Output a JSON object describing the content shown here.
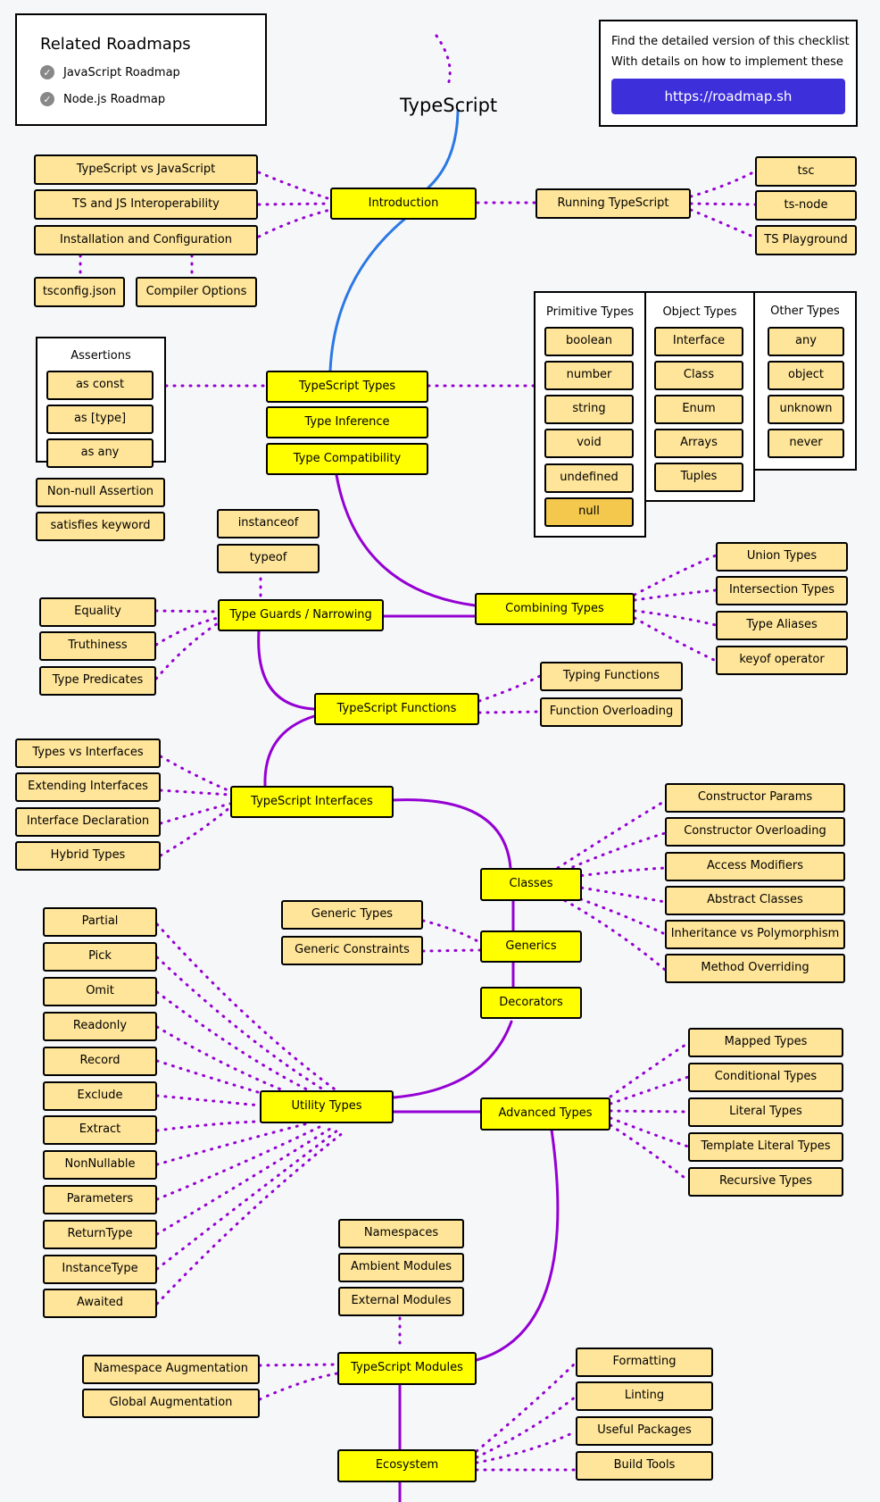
{
  "title": "TypeScript",
  "related": {
    "heading": "Related Roadmaps",
    "items": [
      {
        "label": "JavaScript Roadmap"
      },
      {
        "label": "Node.js Roadmap"
      }
    ]
  },
  "promo": {
    "line1": "Find the detailed version of this checklist",
    "line2": "With details on how to implement these",
    "button": "https://roadmap.sh"
  },
  "colors": {
    "topic": "#ffff00",
    "sub": "#ffe599",
    "main_edge": "#9400d3",
    "intro_edge": "#2b78e4",
    "dotted": "#9400d3"
  },
  "nodes": {
    "introduction": "Introduction",
    "ts_vs_js": "TypeScript vs JavaScript",
    "interop": "TS and JS Interoperability",
    "install": "Installation and Configuration",
    "tsconfig": "tsconfig.json",
    "compiler": "Compiler Options",
    "running": "Running TypeScript",
    "tsc": "tsc",
    "tsnode": "ts-node",
    "playground": "TS Playground",
    "ts_types": "TypeScript Types",
    "type_inference": "Type Inference",
    "type_compat": "Type Compatibility",
    "assertions": "Assertions",
    "as_const": "as const",
    "as_type": "as [type]",
    "as_any": "as any",
    "non_null": "Non-null Assertion",
    "satisfies": "satisfies keyword",
    "primitive": "Primitive Types",
    "p_boolean": "boolean",
    "p_number": "number",
    "p_string": "string",
    "p_void": "void",
    "p_undefined": "undefined",
    "p_null": "null",
    "object_types": "Object Types",
    "o_interface": "Interface",
    "o_class": "Class",
    "o_enum": "Enum",
    "o_arrays": "Arrays",
    "o_tuples": "Tuples",
    "other_types": "Other Types",
    "t_any": "any",
    "t_object": "object",
    "t_unknown": "unknown",
    "t_never": "never",
    "combining": "Combining Types",
    "union": "Union Types",
    "intersection": "Intersection Types",
    "aliases": "Type Aliases",
    "keyof": "keyof operator",
    "guards": "Type Guards / Narrowing",
    "instanceof": "instanceof",
    "typeof": "typeof",
    "equality": "Equality",
    "truthiness": "Truthiness",
    "predicates": "Type Predicates",
    "functions": "TypeScript Functions",
    "typing_fn": "Typing Functions",
    "fn_overload": "Function Overloading",
    "interfaces": "TypeScript Interfaces",
    "types_vs_if": "Types vs Interfaces",
    "extending_if": "Extending Interfaces",
    "if_decl": "Interface Declaration",
    "hybrid": "Hybrid Types",
    "classes": "Classes",
    "ctor_params": "Constructor Params",
    "ctor_overload": "Constructor Overloading",
    "access_mod": "Access Modifiers",
    "abstract": "Abstract Classes",
    "inheritance": "Inheritance vs Polymorphism",
    "method_override": "Method Overriding",
    "generics": "Generics",
    "generic_types": "Generic Types",
    "generic_constraints": "Generic Constraints",
    "decorators": "Decorators",
    "utility": "Utility Types",
    "u_partial": "Partial",
    "u_pick": "Pick",
    "u_omit": "Omit",
    "u_readonly": "Readonly",
    "u_record": "Record",
    "u_exclude": "Exclude",
    "u_extract": "Extract",
    "u_nonnullable": "NonNullable",
    "u_parameters": "Parameters",
    "u_returntype": "ReturnType",
    "u_instancetype": "InstanceType",
    "u_awaited": "Awaited",
    "advanced": "Advanced Types",
    "mapped": "Mapped Types",
    "conditional": "Conditional Types",
    "literal": "Literal Types",
    "template_literal": "Template Literal Types",
    "recursive": "Recursive Types",
    "namespaces": "Namespaces",
    "ambient": "Ambient Modules",
    "external": "External Modules",
    "modules": "TypeScript Modules",
    "ns_aug": "Namespace Augmentation",
    "global_aug": "Global Augmentation",
    "ecosystem": "Ecosystem",
    "formatting": "Formatting",
    "linting": "Linting",
    "useful_pkgs": "Useful Packages",
    "build_tools": "Build Tools"
  }
}
